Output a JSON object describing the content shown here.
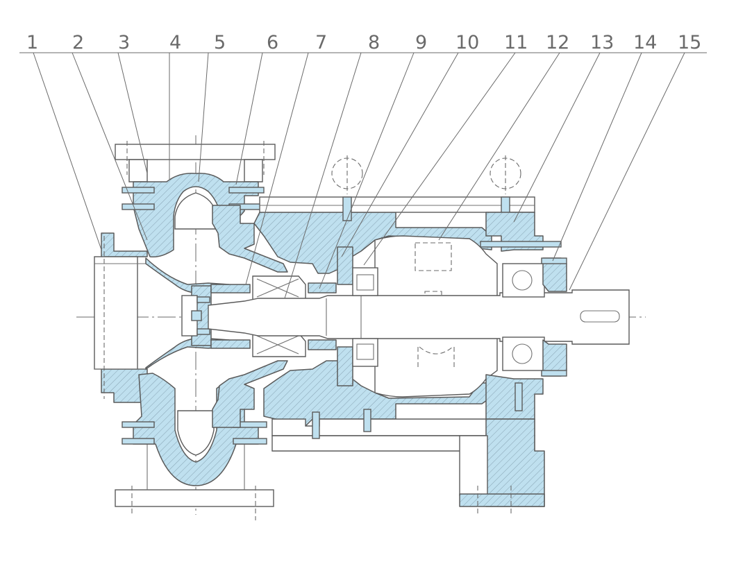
{
  "callouts": [
    {
      "label": "1"
    },
    {
      "label": "2"
    },
    {
      "label": "3"
    },
    {
      "label": "4"
    },
    {
      "label": "5"
    },
    {
      "label": "6"
    },
    {
      "label": "7"
    },
    {
      "label": "8"
    },
    {
      "label": "9"
    },
    {
      "label": "10"
    },
    {
      "label": "11"
    },
    {
      "label": "12"
    },
    {
      "label": "13"
    },
    {
      "label": "14"
    },
    {
      "label": "15"
    }
  ],
  "colors": {
    "section_fill": "#bfe0ef",
    "hatch_line": "#8aa7b7",
    "outline": "#5a5a5a",
    "background": "#ffffff"
  }
}
